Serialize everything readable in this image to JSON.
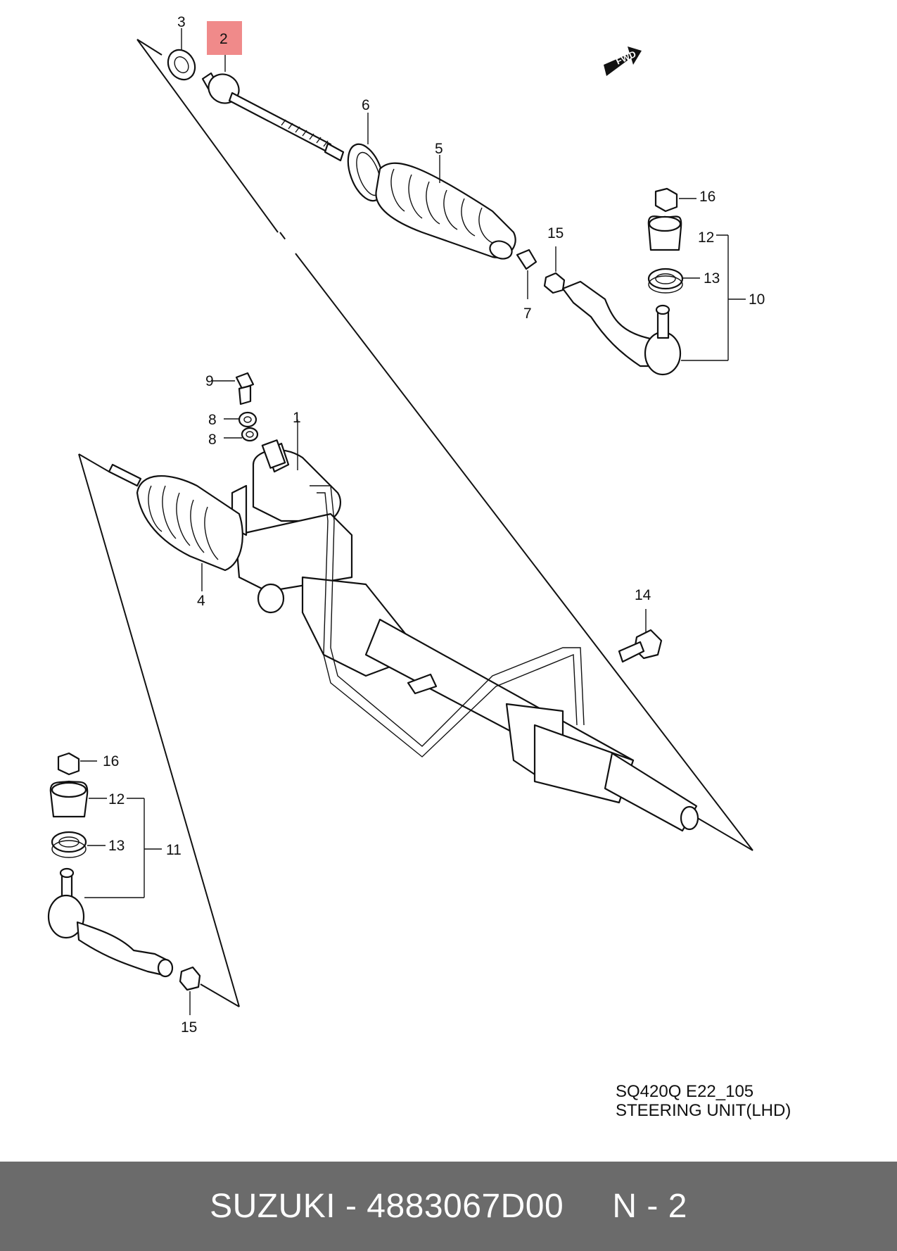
{
  "diagram": {
    "callouts": {
      "c1": "1",
      "c2": "2",
      "c3": "3",
      "c4": "4",
      "c5": "5",
      "c6": "6",
      "c7": "7",
      "c8a": "8",
      "c8b": "8",
      "c9": "9",
      "c10": "10",
      "c11": "11",
      "c12a": "12",
      "c12b": "12",
      "c13a": "13",
      "c13b": "13",
      "c14": "14",
      "c15a": "15",
      "c15b": "15",
      "c16a": "16",
      "c16b": "16"
    },
    "fwd_label": "FWD",
    "highlight_color": "#f08a8a",
    "caption": {
      "code": "SQ420Q E22_105",
      "title": "STEERING UNIT(LHD)"
    }
  },
  "footer": {
    "brand": "SUZUKI",
    "separator_1": " - ",
    "part_number": "4883067D00",
    "gap": "     ",
    "position_label": "N - 2",
    "background": "#6b6b6b"
  }
}
